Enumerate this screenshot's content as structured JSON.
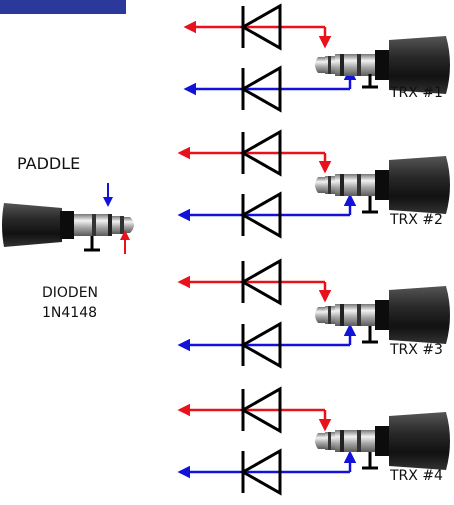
{
  "labels": {
    "paddle": "PADDLE",
    "diodes_line1": "DIODEN",
    "diodes_line2": "1N4148",
    "trx": [
      "TRX #1",
      "TRX #2",
      "TRX #3",
      "TRX #4"
    ]
  },
  "colors": {
    "signal_red": "#e8121c",
    "signal_blue": "#1212d8",
    "ground": "#000000",
    "diode": "#000000",
    "corner_tab": "#2b3a9a",
    "plug_body": "#1b1b1b",
    "plug_metal": "#b4b4b4"
  },
  "icons": [
    "stereo-jack-plug-icon",
    "diode-icon",
    "ground-symbol-icon",
    "arrow-icon"
  ]
}
